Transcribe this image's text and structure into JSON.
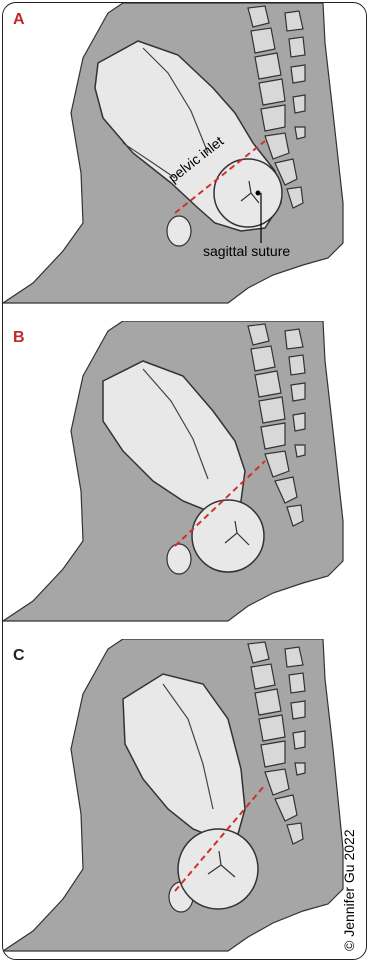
{
  "panels": [
    {
      "letter": "A",
      "color": "#c0282d"
    },
    {
      "letter": "B",
      "color": "#c0282d"
    },
    {
      "letter": "C",
      "color": "#222222"
    }
  ],
  "labels": {
    "pelvic_inlet": "pelvic inlet",
    "sagittal_suture": "sagittal suture",
    "copyright": "© Jennifer Gu 2022"
  },
  "colors": {
    "body": "#a6a6a6",
    "fetus": "#e8e8e8",
    "outline": "#333333",
    "inlet_line": "#d0302f"
  }
}
